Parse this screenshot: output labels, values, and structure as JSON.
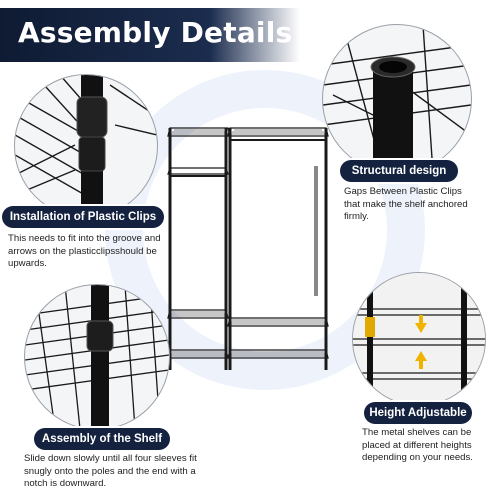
{
  "title": "Assembly Details",
  "sections": {
    "clips": {
      "label": "Installation of Plastic Clips",
      "description": "This needs to fit into the groove and arrows on the plasticclipsshould be upwards."
    },
    "structural": {
      "label": "Structural design",
      "description": "Gaps Between Plastic Clips that make the shelf anchored firmly."
    },
    "assembly": {
      "label": "Assembly of the Shelf",
      "description": "Slide down slowly until all four sleeves fit snugly onto the poles and the end with a notch is downward."
    },
    "height": {
      "label": "Height Adjustable",
      "description": "The metal shelves can be placed at different heights depending on your needs."
    }
  },
  "colors": {
    "banner": "#14223f",
    "pill": "#14223f",
    "metal": "#1a1a1a",
    "arrow": "#f0b400",
    "ring": "#eef3fb"
  }
}
